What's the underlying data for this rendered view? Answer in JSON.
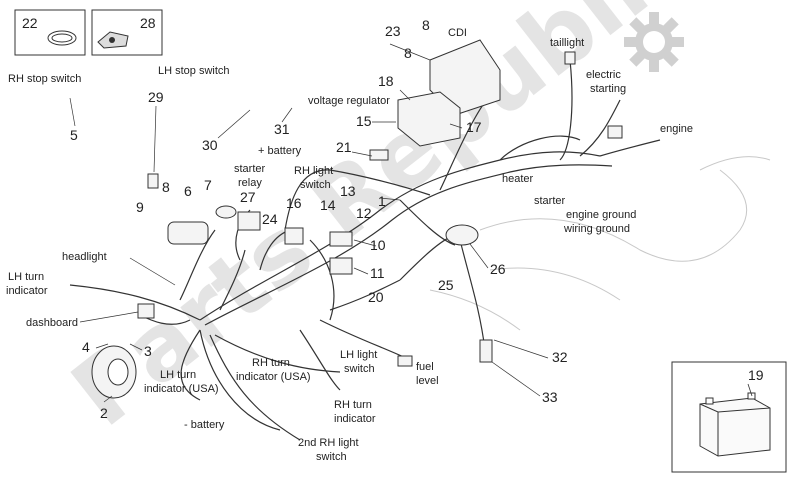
{
  "watermark": {
    "text": "Parts Republik",
    "color": "#d8d8d8"
  },
  "icons": {
    "settings": "gear-icon",
    "battery": "battery-icon"
  },
  "parts": {
    "p1": "1",
    "p2": "2",
    "p3": "3",
    "p4": "4",
    "p5": "5",
    "p6": "6",
    "p7": "7",
    "p8a": "8",
    "p8b": "8",
    "p8c": "8",
    "p9": "9",
    "p10": "10",
    "p11": "11",
    "p12": "12",
    "p13": "13",
    "p14": "14",
    "p15": "15",
    "p16": "16",
    "p17": "17",
    "p18": "18",
    "p19": "19",
    "p20": "20",
    "p21": "21",
    "p22": "22",
    "p23": "23",
    "p24": "24",
    "p25": "25",
    "p26": "26",
    "p27": "27",
    "p28": "28",
    "p29": "29",
    "p30": "30",
    "p31": "31",
    "p32": "32",
    "p33": "33"
  },
  "labels": {
    "cdi": "CDI",
    "taillight": "taillight",
    "electric_starting_1": "electric",
    "electric_starting_2": "starting",
    "engine": "engine",
    "rh_stop_switch": "RH stop switch",
    "lh_stop_switch": "LH stop switch",
    "voltage_regulator": "voltage regulator",
    "battery_plus": "+ battery",
    "starter_relay_1": "starter",
    "starter_relay_2": "relay",
    "rh_light_switch_1": "RH light",
    "rh_light_switch_2": "switch",
    "heater": "heater",
    "starter": "starter",
    "engine_ground": "engine ground",
    "wiring_ground": "wiring ground",
    "headlight": "headlight",
    "lh_turn_indicator_1": "LH turn",
    "lh_turn_indicator_2": "indicator",
    "dashboard": "dashboard",
    "lh_turn_indicator_usa_1": "LH turn",
    "lh_turn_indicator_usa_2": "indicator (USA)",
    "rh_turn_indicator_usa_1": "RH turn",
    "rh_turn_indicator_usa_2": "indicator (USA)",
    "lh_light_switch_1": "LH light",
    "lh_light_switch_2": "switch",
    "fuel_level_1": "fuel",
    "fuel_level_2": "level",
    "rh_turn_indicator_1": "RH turn",
    "rh_turn_indicator_2": "indicator",
    "battery_minus": "- battery",
    "second_rh_light_switch_1": "2nd RH light",
    "second_rh_light_switch_2": "switch"
  }
}
